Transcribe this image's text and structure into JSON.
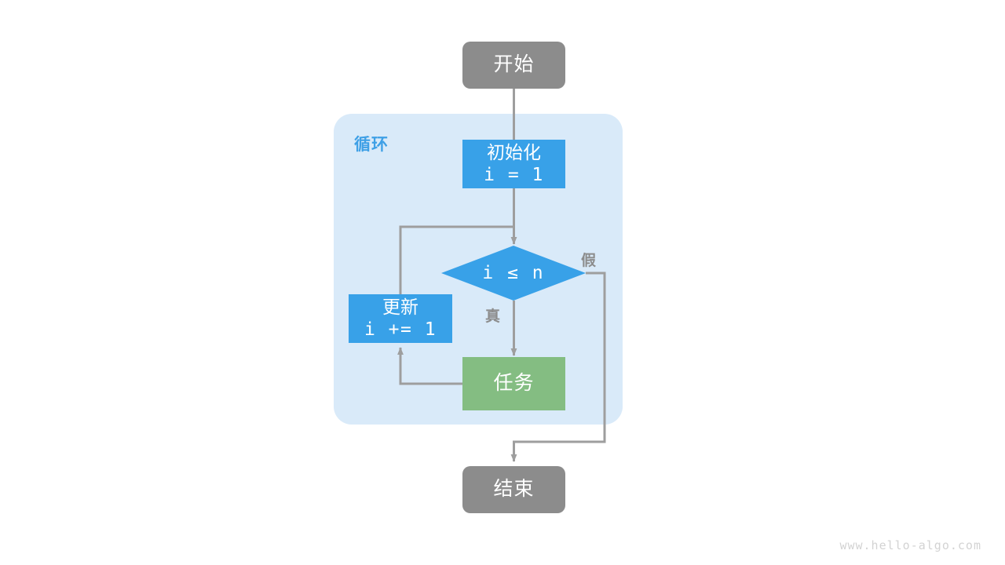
{
  "diagram": {
    "title": "for-loop-flowchart",
    "background": "#ffffff",
    "watermark": "www.hello-algo.com",
    "colors": {
      "terminal": "#8c8c8c",
      "process": "#38a1e8",
      "task": "#84bd82",
      "container": "#d9eaf9",
      "edge": "#9e9e9e",
      "label": "#8c8c8c",
      "loop_label": "#3fa0e6",
      "watermark": "#d3d3d3"
    },
    "container": {
      "label": "循环"
    },
    "nodes": {
      "start": {
        "label": "开始",
        "shape": "rounded-rectangle"
      },
      "init": {
        "label": "初始化",
        "code": "i = 1",
        "shape": "rectangle"
      },
      "decision": {
        "label": "i ≤ n",
        "shape": "diamond"
      },
      "update": {
        "label": "更新",
        "code": "i += 1",
        "shape": "rectangle"
      },
      "task": {
        "label": "任务",
        "shape": "rectangle"
      },
      "end": {
        "label": "结束",
        "shape": "rounded-rectangle"
      }
    },
    "edge_labels": {
      "true": "真",
      "false": "假"
    }
  }
}
